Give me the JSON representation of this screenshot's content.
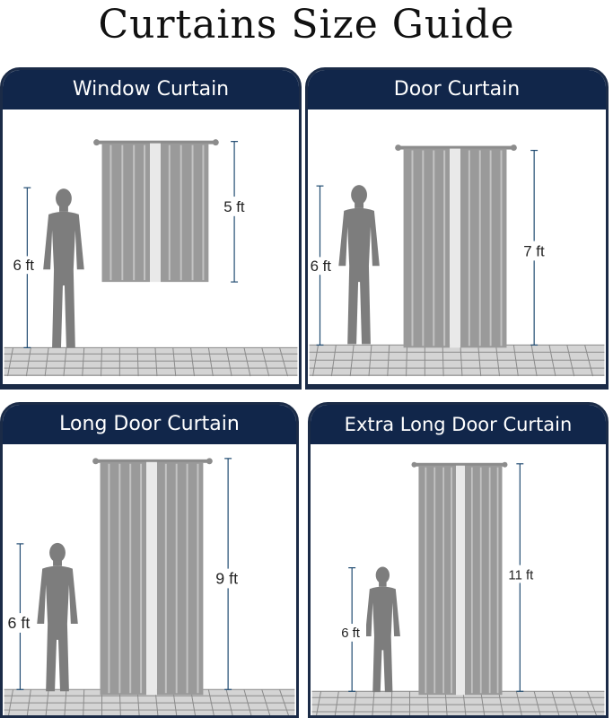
{
  "page": {
    "title": "Curtains Size Guide"
  },
  "colors": {
    "header_bg": "#11264a",
    "border": "#1b2b47",
    "measure_line": "#1f4a70",
    "silhouette": "#7d7d7d",
    "curtain": "#9a9a9a",
    "floor": "#d4d4d4"
  },
  "panels": [
    {
      "title": "Window Curtain",
      "person_height_label": "6 ft",
      "curtain_length_label": "5 ft",
      "person_height_ft": 6,
      "curtain_length_ft": 5,
      "icon": "person-silhouette-icon"
    },
    {
      "title": "Door Curtain",
      "person_height_label": "6 ft",
      "curtain_length_label": "7 ft",
      "person_height_ft": 6,
      "curtain_length_ft": 7,
      "icon": "person-silhouette-icon"
    },
    {
      "title": "Long Door Curtain",
      "person_height_label": "6 ft",
      "curtain_length_label": "9 ft",
      "person_height_ft": 6,
      "curtain_length_ft": 9,
      "icon": "person-silhouette-icon"
    },
    {
      "title": "Extra Long Door Curtain",
      "person_height_label": "6 ft",
      "curtain_length_label": "11 ft",
      "person_height_ft": 6,
      "curtain_length_ft": 11,
      "icon": "person-silhouette-icon"
    }
  ]
}
